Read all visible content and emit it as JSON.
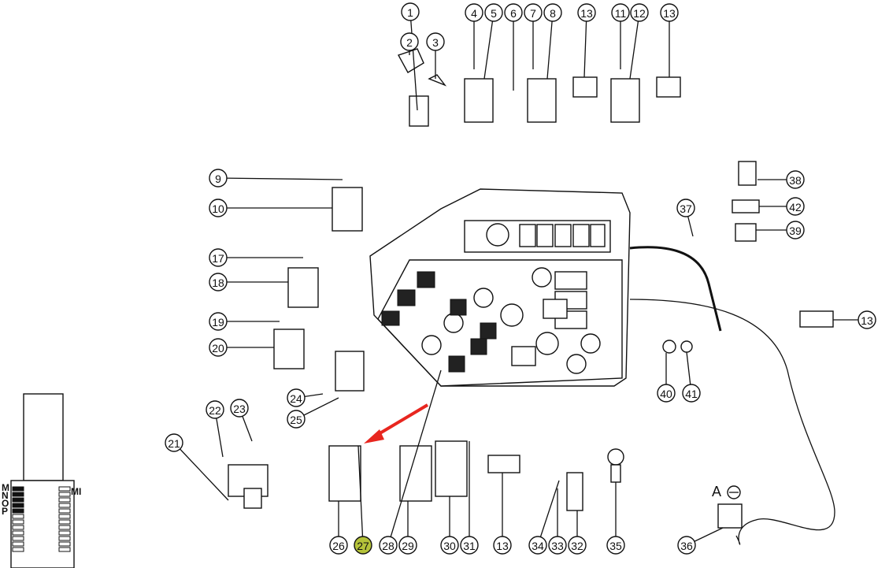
{
  "diagram": {
    "callouts": [
      "1",
      "2",
      "3",
      "4",
      "5",
      "6",
      "7",
      "8",
      "13",
      "11",
      "12",
      "13",
      "9",
      "10",
      "17",
      "18",
      "19",
      "20",
      "24",
      "25",
      "22",
      "23",
      "21",
      "37",
      "38",
      "42",
      "39",
      "13",
      "40",
      "41",
      "26",
      "27",
      "28",
      "29",
      "30",
      "31",
      "13",
      "34",
      "33",
      "32",
      "35",
      "36"
    ],
    "highlighted_callout": "27",
    "highlight_color": "#b5c33a",
    "arrow_color": "#e8261f",
    "detail_label": "A",
    "thumbnail": {
      "left_labels": [
        "M",
        "N",
        "O",
        "P"
      ],
      "right_label": "MI"
    }
  }
}
